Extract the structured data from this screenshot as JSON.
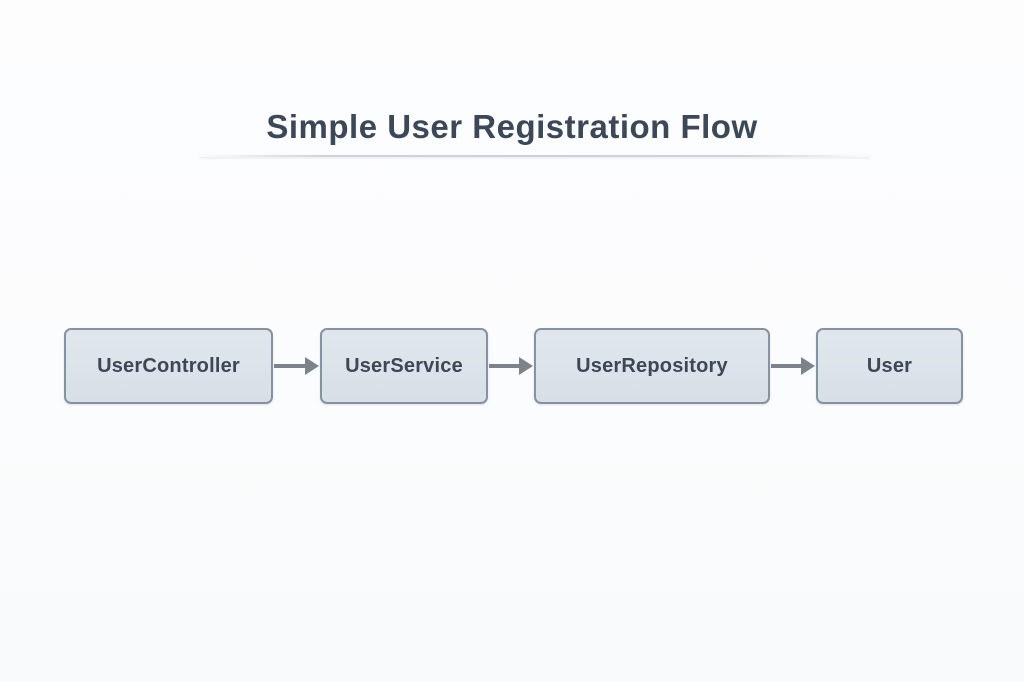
{
  "title": "Simple User Registration Flow",
  "diagram": {
    "type": "flowchart",
    "direction": "left-to-right",
    "nodes": [
      {
        "id": "user-controller",
        "label": "UserController"
      },
      {
        "id": "user-service",
        "label": "UserService"
      },
      {
        "id": "user-repository",
        "label": "UserRepository"
      },
      {
        "id": "user",
        "label": "User"
      }
    ],
    "edges": [
      {
        "from": "UserController",
        "to": "UserService"
      },
      {
        "from": "UserService",
        "to": "UserRepository"
      },
      {
        "from": "UserRepository",
        "to": "User"
      }
    ]
  },
  "colors": {
    "background": "#fbfcfd",
    "title_text": "#3c4757",
    "node_fill": "#dce3ea",
    "node_border": "#8792a1",
    "node_text": "#3e4755",
    "arrow": "#7d838b",
    "divider": "#c4cad4"
  }
}
